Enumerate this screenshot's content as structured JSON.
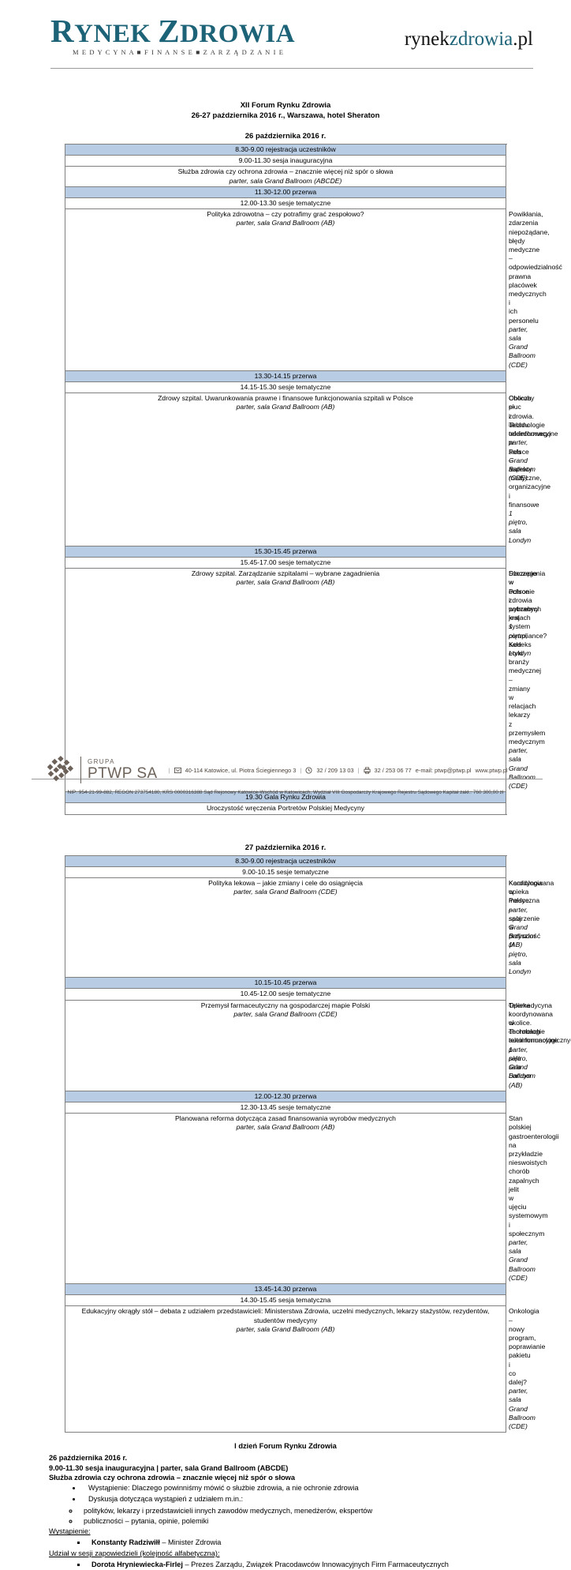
{
  "header": {
    "brand_word1_a": "R",
    "brand_word1_b": "YNEK ",
    "brand_word1_c": "Z",
    "brand_word1_d": "DROWIA",
    "brand_tagline": "M E D Y C Y N A   ■   F I N A N S E   ■   Z A R Z Ą D Z A N I E",
    "site_a": "rynek",
    "site_b": "zdrowia",
    "site_c": ".pl"
  },
  "doc": {
    "title_line1": "XII Forum Rynku Zdrowia",
    "title_line2": "26-27 października 2016 r., Warszawa, hotel Sheraton"
  },
  "day1": {
    "heading": "26 października 2016 r.",
    "rows": [
      {
        "type": "break",
        "cells": [
          "8.30-9.00 rejestracja uczestników"
        ]
      },
      {
        "type": "plain",
        "cells": [
          "9.00-11.30 sesja inauguracyjna"
        ]
      },
      {
        "type": "plain",
        "cells": [
          "Służba zdrowia czy ochrona zdrowia – znacznie więcej niż spór o słowa"
        ],
        "venue": [
          "parter, sala Grand Ballroom (ABCDE)"
        ]
      },
      {
        "type": "break",
        "cells": [
          "11.30-12.00 przerwa"
        ]
      },
      {
        "type": "plain",
        "cells": [
          "12.00-13.30 sesje tematyczne"
        ]
      },
      {
        "type": "plain2",
        "cells": [
          "Polityka zdrowotna – czy potrafimy grać zespołowo?",
          "Powikłania, zdarzenia niepożądane, błędy medyczne – odpowiedzialność prawna placówek medycznych i ich personelu"
        ],
        "venue": [
          "parter, sala Grand Ballroom (AB)",
          "parter, sala Grand Ballroom (CDE)"
        ]
      },
      {
        "type": "break",
        "cells": [
          "13.30-14.15 przerwa"
        ]
      },
      {
        "type": "plain",
        "cells": [
          "14.15-15.30 sesje tematyczne"
        ]
      },
      {
        "type": "plain3",
        "cells": [
          "Zdrowy szpital. Uwarunkowania prawne i finansowe funkcjonowania szpitali w Polsce",
          "Oblicza e-zdrowia. Technologie teleinformacyjne",
          "Choroby płuc i układu oddechowego w Polsce – aspekty medyczne, organizacyjne i finansowe"
        ],
        "venue": [
          "parter, sala Grand Ballroom (AB)",
          "parter, sala Grand Ballroom (CDE)",
          "1 piętro, sala Londyn"
        ]
      },
      {
        "type": "break",
        "cells": [
          "15.30-15.45 przerwa"
        ]
      },
      {
        "type": "plain",
        "cells": [
          "15.45-17.00 sesje tematyczne"
        ]
      },
      {
        "type": "plain3",
        "cells": [
          "Zdrowy szpital. Zarządzanie szpitalami – wybrane zagadnienia",
          "Dlaczego w ochronie zdrowia potrzebny jest system compliance? Kodeks etyki branży medycznej – zmiany w relacjach lekarzy z przemysłem medycznym",
          "Szczepienia w Polsce i wybranych krajach"
        ],
        "venue": [
          "parter, sala Grand Ballroom (AB)",
          "parter, sala Grand Ballroom (CDE)",
          "1 piętro, sala Londyn"
        ]
      },
      {
        "type": "break",
        "cells": [
          "19.30 Gala Rynku Zdrowia"
        ]
      },
      {
        "type": "plain",
        "cells": [
          "Uroczystość wręczenia Portretów Polskiej Medycyny"
        ]
      }
    ]
  },
  "day2": {
    "heading": "27 października 2016 r.",
    "rows": [
      {
        "type": "break",
        "cells": [
          "8.30-9.00 rejestracja uczestników"
        ]
      },
      {
        "type": "plain",
        "cells": [
          "9.00-10.15 sesje tematyczne"
        ]
      },
      {
        "type": "plain3",
        "cells": [
          "Polityka lekowa – jakie zmiany i cele do osiągnięcia",
          "Koordynowana opieka medyczna",
          "Kardiologia w Polsce – spojrzenie w przyszłość"
        ],
        "venue": [
          "parter, sala Grand Ballroom (CDE)",
          "parter, sala Grand Ballroom (AB)",
          "1l piętro, sala Londyn"
        ]
      },
      {
        "type": "break",
        "cells": [
          "10.15-10.45 przerwa"
        ]
      },
      {
        "type": "plain",
        "cells": [
          "10.45-12.00 sesje tematyczne"
        ]
      },
      {
        "type": "plain3",
        "cells": [
          "Przemysł farmaceutyczny na gospodarczej mapie Polski",
          "Telemedycyna i okolice. Technologie teleinformacyjne",
          "Opieka koordynowana w chorobach autoimmunologicznych"
        ],
        "venue": [
          "parter, sala Grand Ballroom (CDE)",
          "parter, sala Grand Ballroom (AB)",
          "1 piętro, sala Londyn"
        ]
      },
      {
        "type": "break",
        "cells": [
          "12.00-12.30 przerwa"
        ]
      },
      {
        "type": "plain",
        "cells": [
          "12.30-13.45 sesje tematyczne"
        ]
      },
      {
        "type": "plain2",
        "cells": [
          "Planowana reforma dotycząca zasad finansowania wyrobów medycznych",
          "Stan polskiej gastroenterologii na przykładzie nieswoistych chorób zapalnych jelit w ujęciu systemowym i społecznym"
        ],
        "venue": [
          "parter, sala Grand Ballroom (AB)",
          "parter, sala Grand Ballroom (CDE)"
        ]
      },
      {
        "type": "break",
        "cells": [
          "13.45-14.30 przerwa"
        ]
      },
      {
        "type": "plain",
        "cells": [
          "14.30-15.45 sesja tematyczna"
        ]
      },
      {
        "type": "plain2",
        "cells": [
          "Edukacyjny okrągły stół – debata z udziałem przedstawicieli: Ministerstwa Zdrowia, uczelni medycznych, lekarzy stażystów, rezydentów, studentów medycyny",
          "Onkologia – nowy program, poprawianie pakietu i co dalej?"
        ],
        "venue": [
          "parter, sala Grand Ballroom (AB)",
          "parter, sala Grand Ballroom (CDE)"
        ]
      }
    ]
  },
  "detail": {
    "heading": "I dzień Forum Rynku Zdrowia",
    "date": "26 października 2016 r.",
    "session_line": "9.00-11.30 sesja inauguracyjna | parter, sala Grand Ballroom (ABCDE)",
    "session_title": "Służba zdrowia czy ochrona zdrowia – znacznie więcej niż spór o słowa",
    "bullets": [
      "Wystąpienie: Dlaczego powinniśmy mówić o służbie zdrowia, a nie ochronie zdrowia",
      "Dyskusja dotycząca wystąpień z udziałem m.in.:"
    ],
    "subbullets": [
      "polityków, lekarzy i przedstawicieli innych zawodów medycznych, menedżerów, ekspertów",
      "publiczności – pytania, opinie, polemiki"
    ],
    "speaker_label": "Wystąpienie:",
    "speaker_name": "Konstanty Radziwiłł",
    "speaker_role": " – Minister Zdrowia",
    "participants_label": "Udział w sesji zapowiedzieli (kolejność alfabetyczna):",
    "participant_name": "Dorota  Hryniewiecka-Firlej",
    "participant_role": " –  Prezes  Zarządu,  Związek  Pracodawców  Innowacyjnych  Firm  Farmaceutycznych"
  },
  "footer": {
    "group_label": "GRUPA",
    "company": "PTWP SA",
    "address": "40-114  Katowice, ul. Piotra Ściegiennego 3",
    "phone": "32 / 209 13 03",
    "fax": "32 / 253 06 77",
    "email": "e-mail: ptwp@ptwp.pl",
    "website": "www.ptwp.pl",
    "legal": "NIP: 954-21-99-882, REGON 273754180, KRS 0000316388 Sąd Rejonowy Katowice-Wschód w Katowicach, Wydział VIII Gospodarczy Krajowego Rejestru Sądowego Kapitał zakł.: 760 300,00 zł"
  }
}
